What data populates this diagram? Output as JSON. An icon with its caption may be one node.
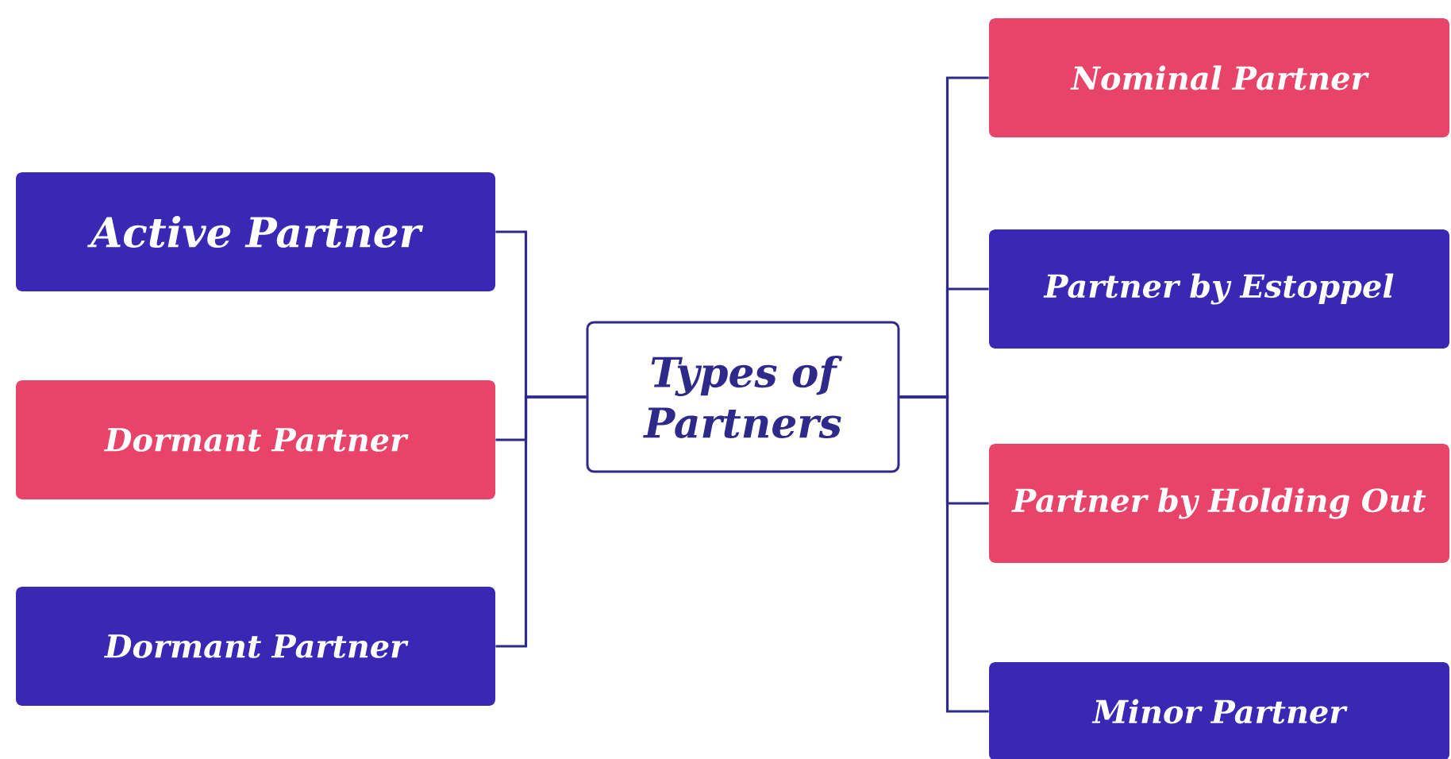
{
  "diagram": {
    "nodes": [
      {
        "text": [
          "Types of Partners"
        ]
      },
      {
        "text": [
          "Active Partner"
        ]
      },
      {
        "text": [
          "Dormant Partner"
        ]
      },
      {
        "text": [
          "Dormant Partner"
        ]
      },
      {
        "text": [
          "Nominal Partner"
        ]
      },
      {
        "text": [
          "Partner by Estoppel"
        ]
      },
      {
        "text": [
          "Partner by Holding Out"
        ]
      },
      {
        "text": [
          "Minor Partner"
        ]
      }
    ],
    "edges": [
      {
        "from": 0,
        "to": 1,
        "arrow": "none"
      },
      {
        "from": 0,
        "to": 2,
        "arrow": "none"
      },
      {
        "from": 0,
        "to": 3,
        "arrow": "none"
      },
      {
        "from": 0,
        "to": 4,
        "arrow": "none"
      },
      {
        "from": 0,
        "to": 5,
        "arrow": "none"
      },
      {
        "from": 0,
        "to": 6,
        "arrow": "none"
      },
      {
        "from": 0,
        "to": 7,
        "arrow": "none"
      }
    ]
  }
}
